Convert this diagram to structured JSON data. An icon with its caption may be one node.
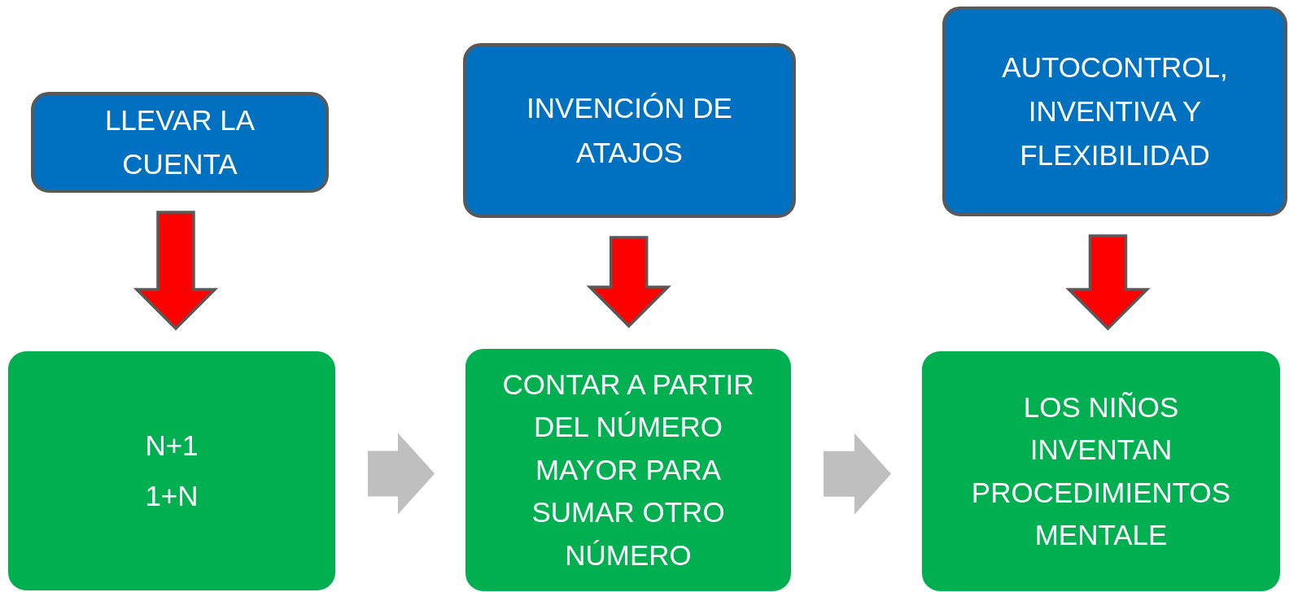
{
  "diagram": {
    "nodes": [
      {
        "text": [
          "LLEVAR LA CUENTA"
        ]
      },
      {
        "text": [
          "INVENCIÓN DE ATAJOS"
        ]
      },
      {
        "text": [
          "AUTOCONTROL, INVENTIVA Y FLEXIBILIDAD"
        ]
      },
      {
        "text": [
          "N+1",
          "1+N"
        ]
      },
      {
        "text": [
          "CONTAR A PARTIR DEL NÚMERO MAYOR PARA SUMAR OTRO NÚMERO"
        ]
      },
      {
        "text": [
          "LOS NIÑOS INVENTAN PROCEDIMIENTOS MENTALE"
        ]
      }
    ],
    "edges": [
      {
        "from": 0,
        "to": 3,
        "arrow": "to"
      },
      {
        "from": 1,
        "to": 4,
        "arrow": "to"
      },
      {
        "from": 2,
        "to": 5,
        "arrow": "to"
      },
      {
        "from": 3,
        "to": 4,
        "arrow": "to",
        "color": "#bfbfbf"
      },
      {
        "from": 4,
        "to": 5,
        "arrow": "to",
        "color": "#bfbfbf"
      }
    ]
  }
}
